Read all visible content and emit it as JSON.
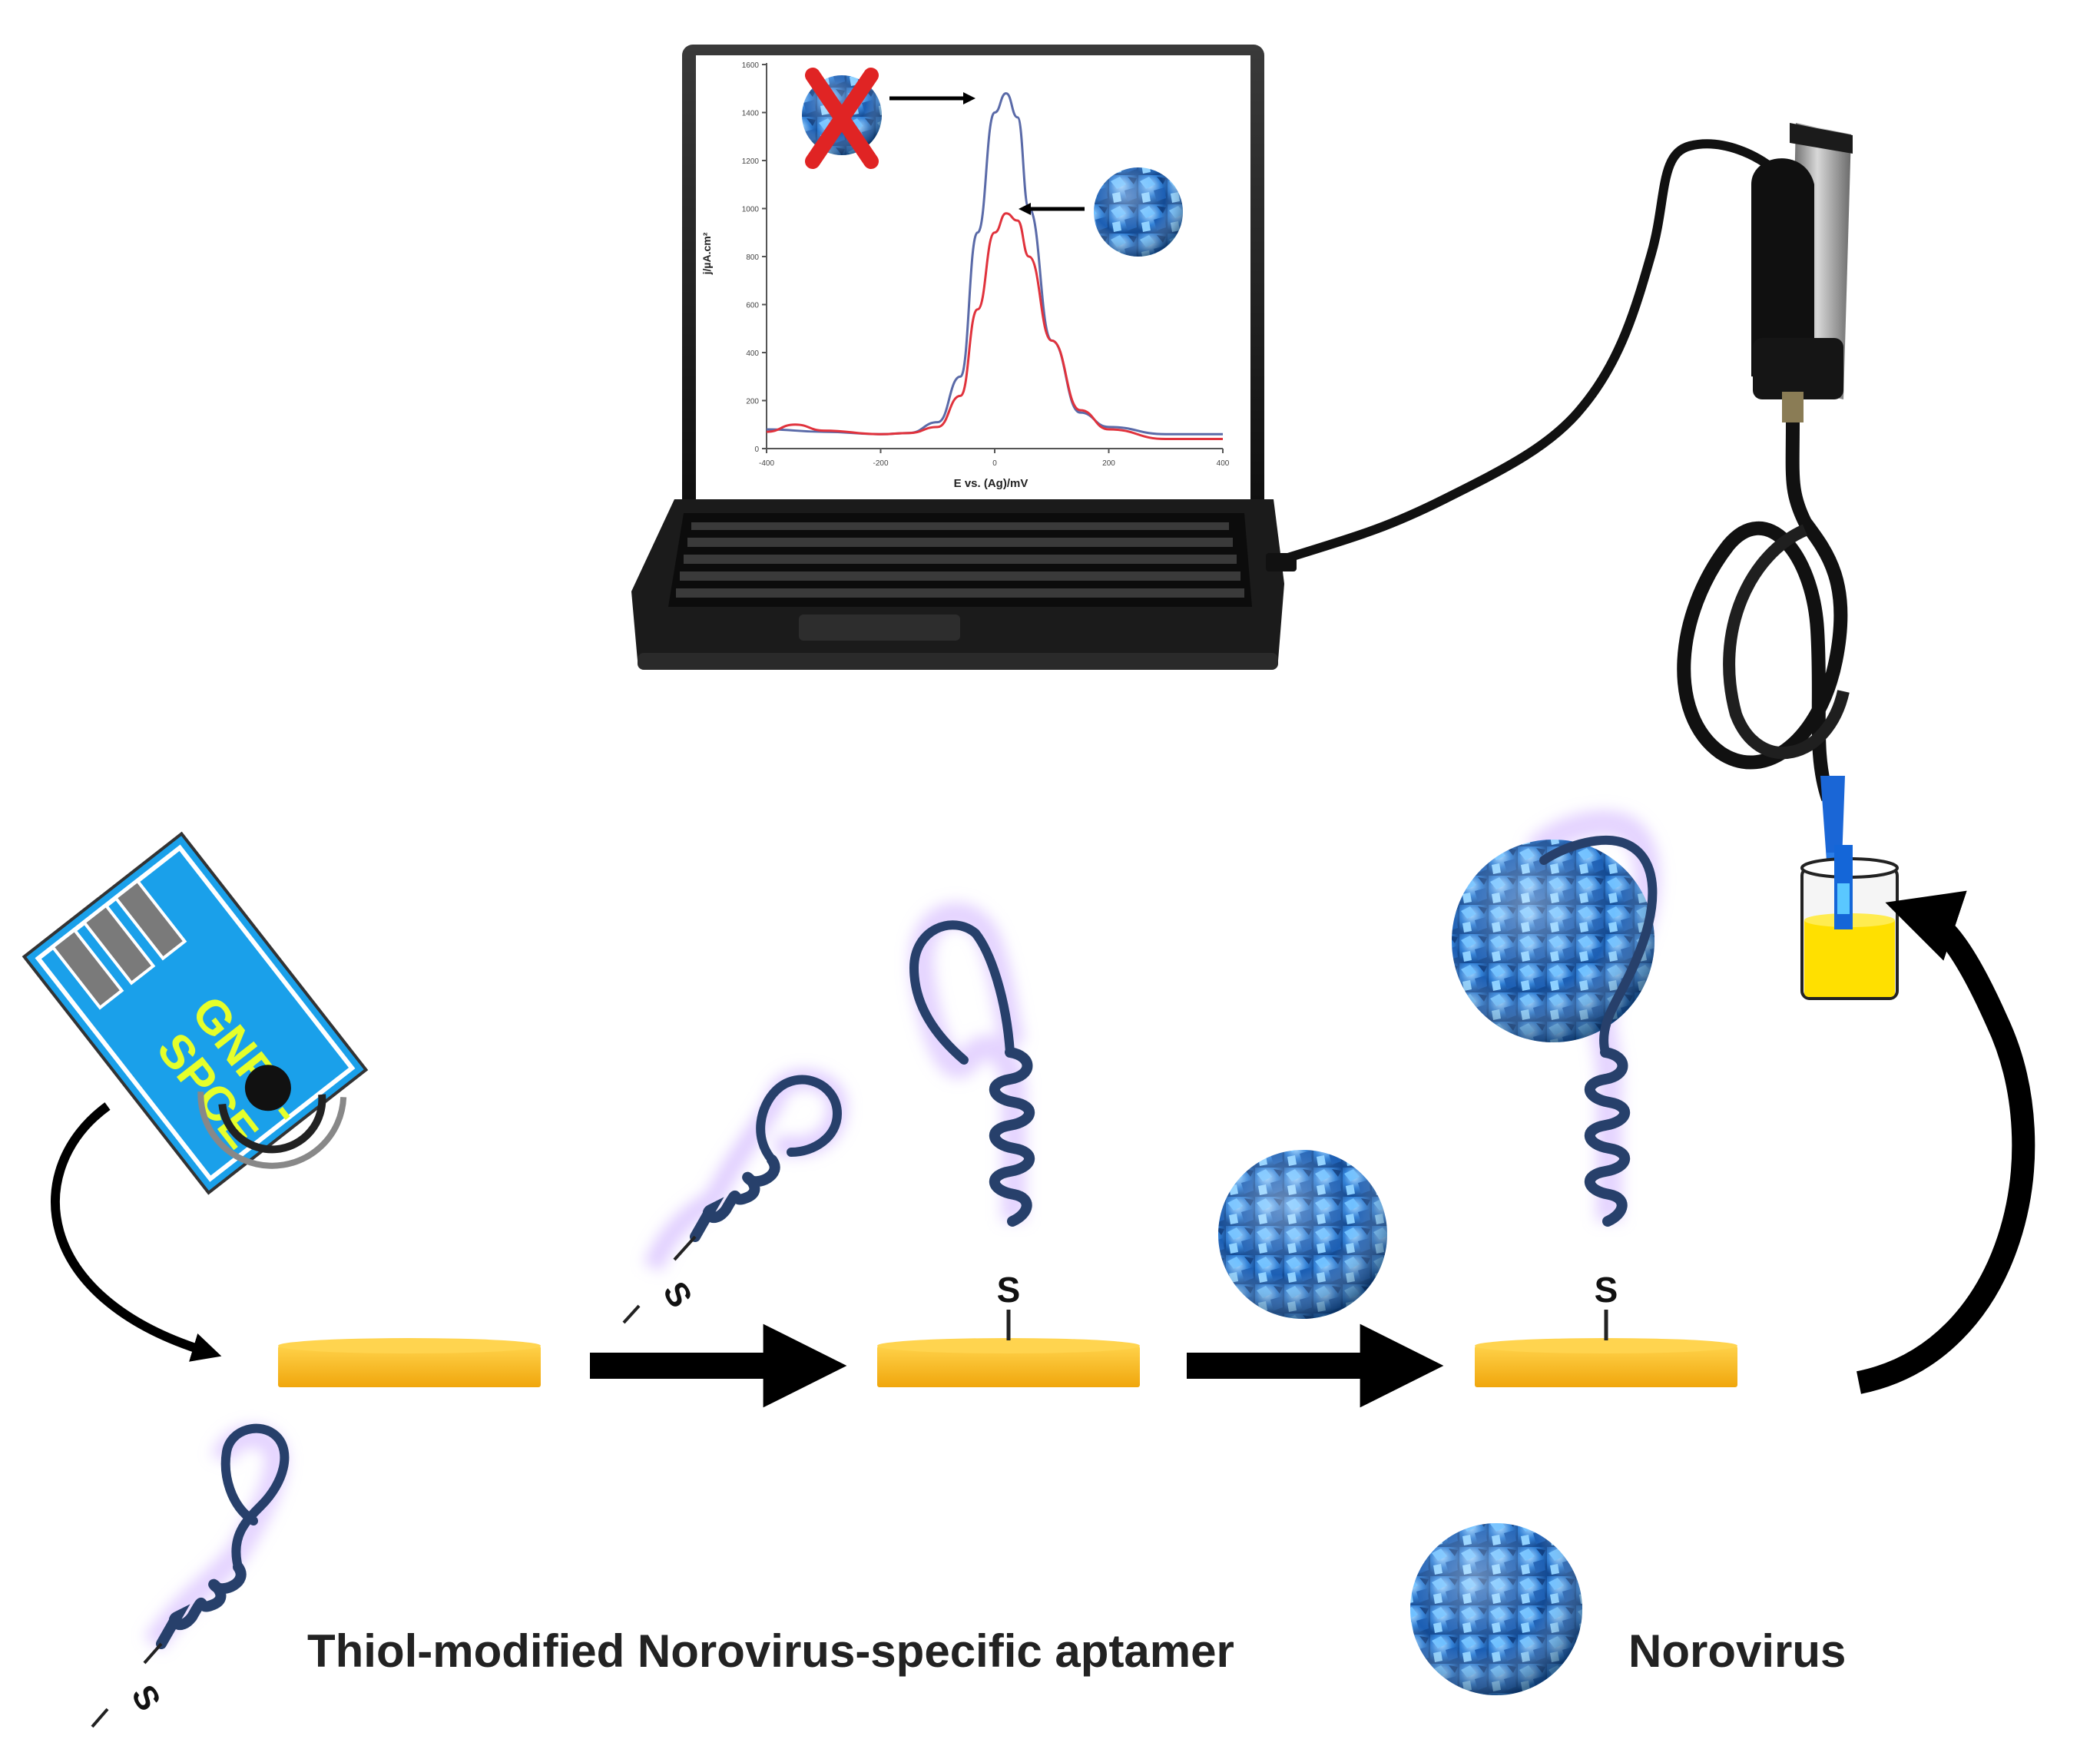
{
  "strip": {
    "line1": "GNPs-",
    "line2": "SPCE"
  },
  "thiol_label": "S",
  "legend": {
    "aptamer": "Thiol-modified Norovirus-specific aptamer",
    "norovirus": "Norovirus"
  },
  "screen_plot": {
    "xlabel": "E vs. (Ag)/mV",
    "ylabel": "j/µA.cm²",
    "x_ticks": [
      "-400",
      "-200",
      "0",
      "200",
      "400"
    ],
    "y_ticks": [
      "0",
      "200",
      "400",
      "600",
      "800",
      "1000",
      "1200",
      "1400",
      "1600"
    ]
  },
  "chart_data": {
    "type": "line",
    "xlabel": "E vs. (Ag)/mV",
    "ylabel": "j/µA.cm²",
    "xlim": [
      -400,
      400
    ],
    "ylim": [
      0,
      1600
    ],
    "series": [
      {
        "x": [
          -400,
          -300,
          -200,
          -150,
          -100,
          -60,
          -30,
          0,
          20,
          40,
          60,
          100,
          150,
          200,
          300,
          400
        ],
        "y": [
          80,
          70,
          60,
          65,
          110,
          300,
          900,
          1400,
          1480,
          1380,
          1000,
          450,
          150,
          90,
          60,
          60
        ],
        "color": "#5a6aa8"
      },
      {
        "x": [
          -400,
          -350,
          -300,
          -200,
          -150,
          -100,
          -60,
          -30,
          0,
          20,
          40,
          60,
          100,
          150,
          200,
          300,
          400
        ],
        "y": [
          70,
          100,
          75,
          60,
          65,
          90,
          220,
          580,
          900,
          980,
          950,
          800,
          450,
          160,
          80,
          40,
          40
        ],
        "color": "#e0323c"
      }
    ]
  },
  "colors": {
    "electrode_gold": "#f5b51a",
    "aptamer_navy": "#27406b",
    "virus_blue": "#2f7fd6",
    "arrow": "#000000",
    "solution_yellow": "#ffe000",
    "strip_blue": "#1aa0ea"
  }
}
